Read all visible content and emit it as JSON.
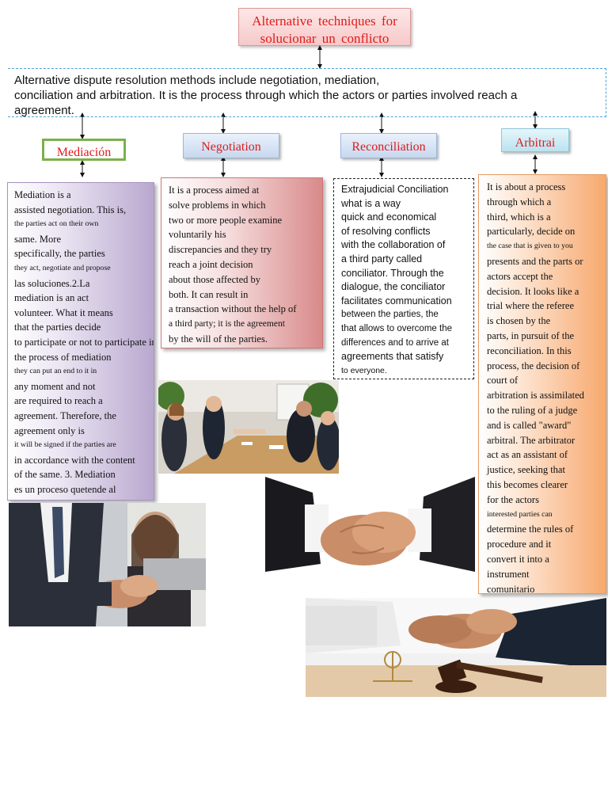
{
  "title": {
    "line1": "Alternative techniques for",
    "line2": "solucionar un conflicto"
  },
  "intro": {
    "line1": "Alternative dispute resolution methods include negotiation, mediation,",
    "line2": "conciliation and arbitration. It is the process through which the actors or parties involved reach a",
    "line3": "agreement."
  },
  "nodes": {
    "mediation": {
      "label": "Mediación"
    },
    "negotiation": {
      "label": "Negotiation"
    },
    "reconciliation": {
      "label": "Reconciliation"
    },
    "arbitration": {
      "label": "Arbitrai"
    }
  },
  "mediation_text": [
    " Mediation is a",
    "assisted negotiation. This is,",
    "the parties act on their own",
    "same. More",
    "specifically, the parties",
    "they act, negotiate and propose",
    "las soluciones.2.La",
    "mediation is an act",
    "volunteer. What it means",
    "that the parties decide",
    "to participate or not to participate in",
    "the process of mediation",
    "they can put an end to it in",
    "any moment and not",
    "are required to reach a",
    "agreement. Therefore, the",
    "agreement only is",
    "it will be signed if the parties are",
    "in accordance with the content",
    "of the same. 3. Mediation",
    "es un proceso quetende al"
  ],
  "negotiation_text": [
    "It is a process aimed at",
    "solve problems in which",
    "two or more people examine",
    "voluntarily his",
    "discrepancies and they try",
    "reach a joint decision",
    "about those affected by",
    "both. It can result in",
    "a transaction without the help of",
    "a third party; it is the agreement",
    "by the will of the parties."
  ],
  "reconciliation_text": [
    "Extrajudicial Conciliation",
    "what is a way",
    "quick and economical",
    "of resolving conflicts",
    "with the collaboration of",
    "a third party called",
    "conciliator. Through the",
    "dialogue, the conciliator",
    "facilitates communication",
    "between the parties, the",
    "that allows to overcome the",
    "differences and to arrive at",
    "agreements that satisfy",
    "to everyone."
  ],
  "arbitration_text": [
    "It is about a process",
    "through which a",
    "third, which is a",
    "particularly, decide on",
    "the case that is given to you",
    "presents and the parts or",
    "actors accept the",
    "decision. It looks like a",
    "trial where the referee",
    "is chosen by the",
    "parts, in pursuit of the",
    "reconciliation. In this",
    "process, the decision of",
    "court of",
    "arbitration is assimilated",
    "to the ruling of a judge",
    "and is called \"award\"",
    "arbitral. The arbitrator",
    "act as an assistant of",
    "justice, seeking that",
    "this becomes clearer",
    "for the actors",
    "interested parties can",
    "determine the rules of",
    "procedure and it",
    "convert it into a",
    "instrument",
    "comunitario"
  ],
  "colors": {
    "title_red": "#e01b1b",
    "intro_border": "#4aa3d4",
    "mediation_border": "#7bb04a"
  }
}
